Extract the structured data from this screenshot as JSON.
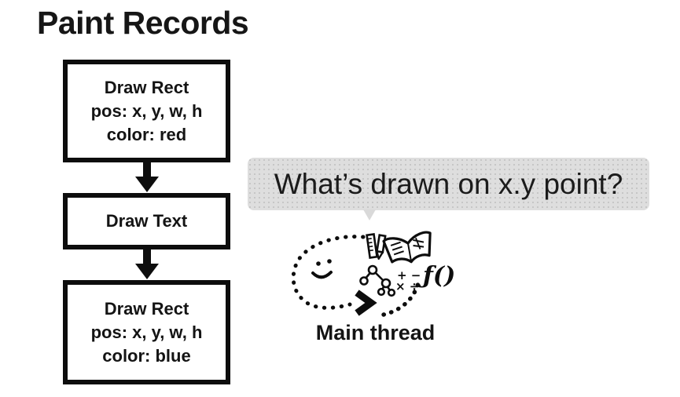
{
  "title": "Paint Records",
  "flow": {
    "boxes": [
      {
        "lines": [
          "Draw Rect",
          "pos: x, y, w, h",
          "color: red"
        ]
      },
      {
        "lines": [
          "Draw Text"
        ]
      },
      {
        "lines": [
          "Draw Rect",
          "pos: x, y, w, h",
          "color: blue"
        ]
      }
    ]
  },
  "bubble": {
    "text": "What’s drawn on x.y point?"
  },
  "doodle": {
    "label": "Main thread",
    "math_line1": "+ −",
    "math_line2": "× ÷",
    "function_text": "ƒ()",
    "icons": [
      "smiley-face-icon",
      "ruler-icon",
      "pencil-icon",
      "open-book-icon",
      "tree-graph-icon",
      "math-symbols-icon",
      "function-icon",
      "loop-arrow-icon"
    ]
  },
  "colors": {
    "ink": "#0d0d0d",
    "bubble_bg": "#dedede",
    "background": "#ffffff"
  }
}
